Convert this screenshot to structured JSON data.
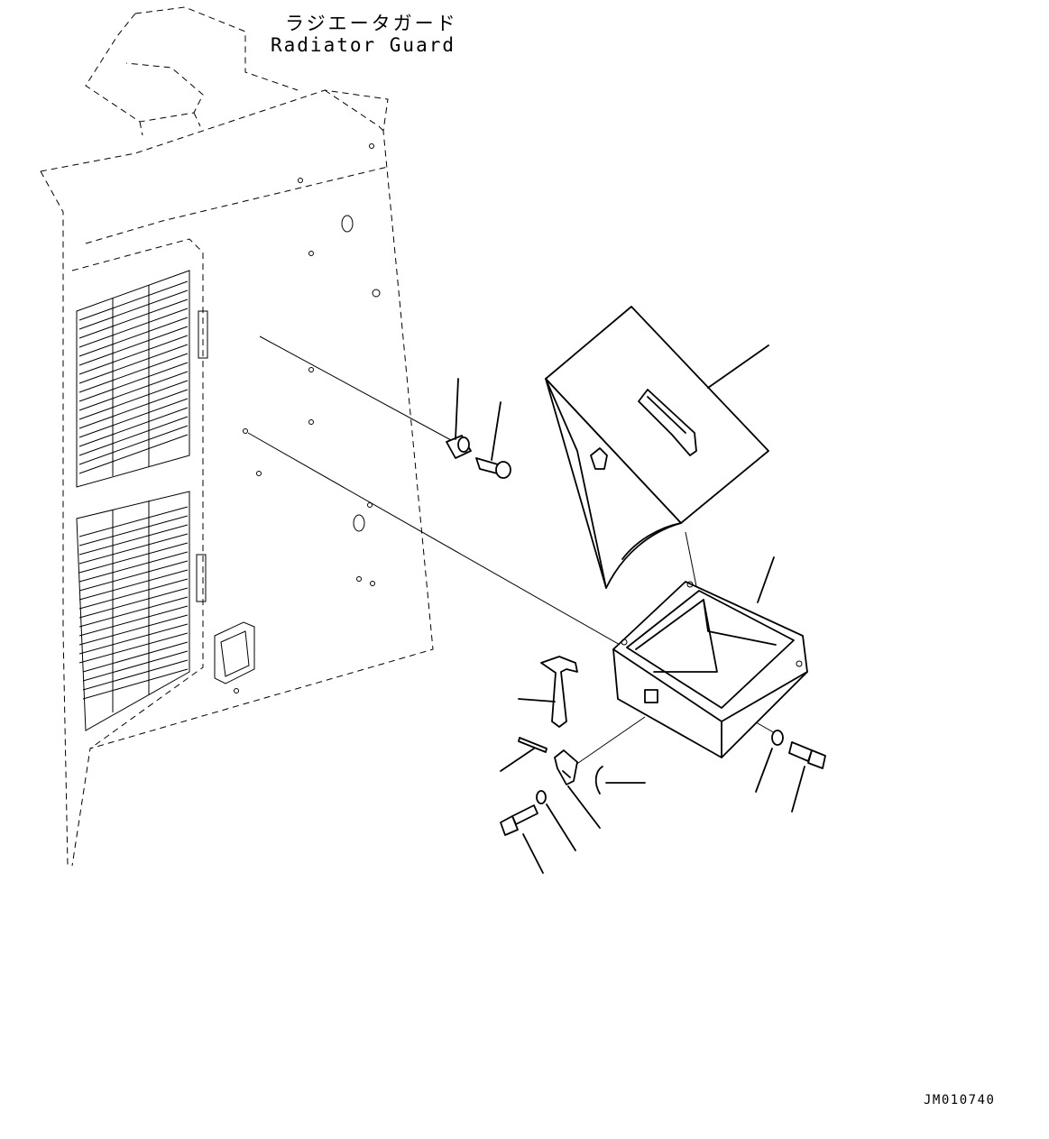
{
  "drawing": {
    "title_jp": "ラジエータガード",
    "title_en": "Radiator Guard",
    "doc_code": "JM010740"
  },
  "parts": [
    {
      "name": "radiator-guard-panel"
    },
    {
      "name": "toolbox-lid"
    },
    {
      "name": "toolbox-body"
    },
    {
      "name": "spacer-collar"
    },
    {
      "name": "mounting-bolt"
    },
    {
      "name": "latch-lever"
    },
    {
      "name": "latch-pin"
    },
    {
      "name": "latch-bracket"
    },
    {
      "name": "spring-clip"
    },
    {
      "name": "washer-left"
    },
    {
      "name": "bolt-left"
    },
    {
      "name": "washer-right"
    },
    {
      "name": "bolt-right"
    }
  ]
}
